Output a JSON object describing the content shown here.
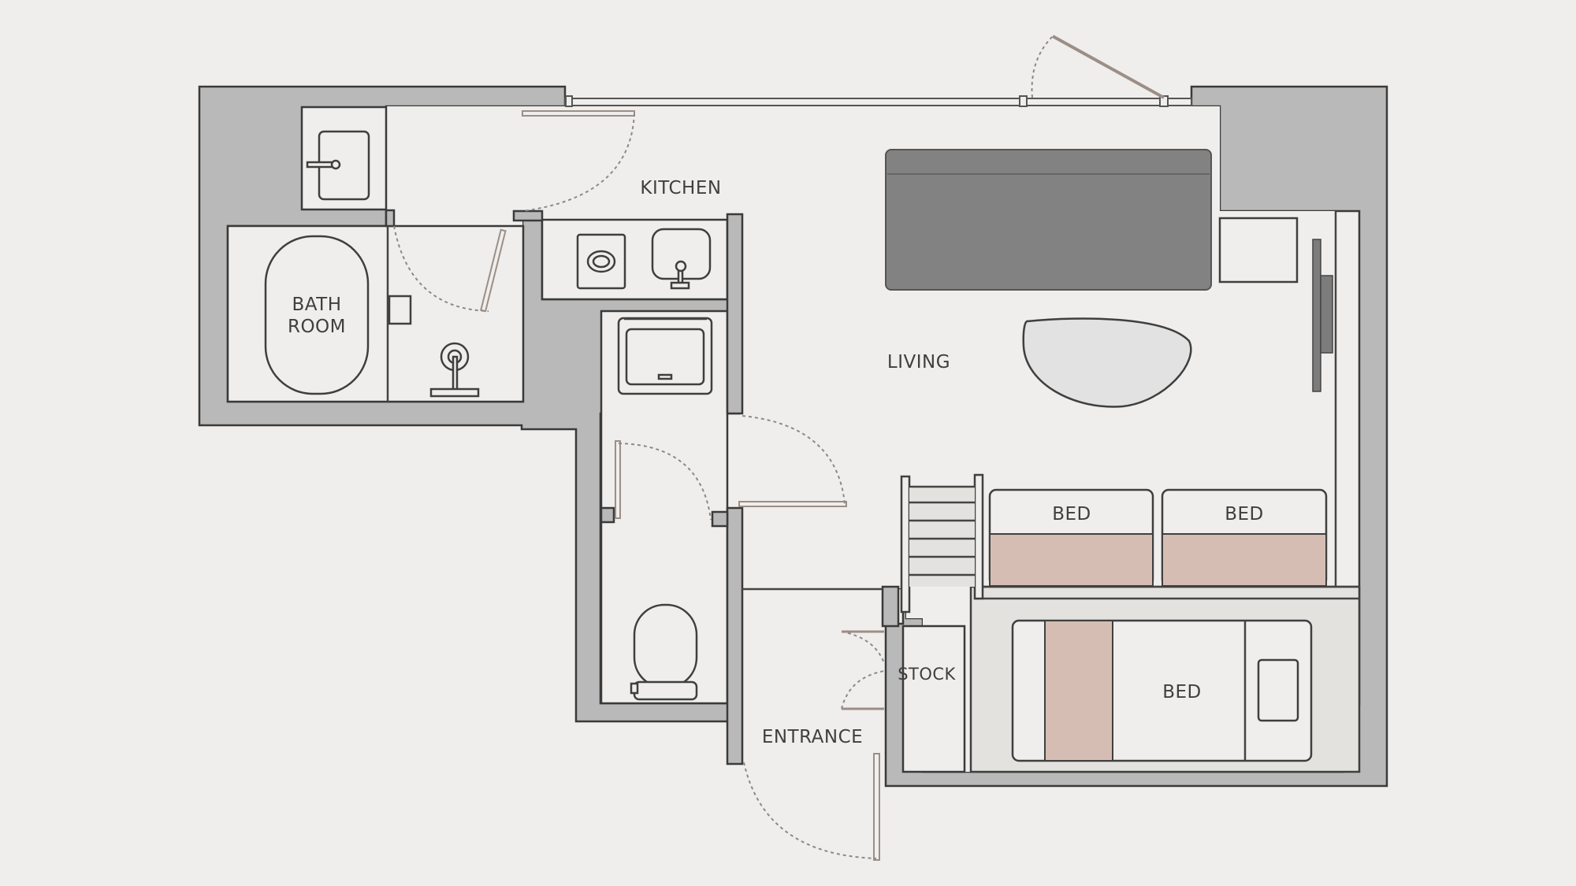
{
  "floor_plan": {
    "rooms": {
      "kitchen": "KITCHEN",
      "bathroom_line1": "BATH",
      "bathroom_line2": "ROOM",
      "living": "LIVING",
      "stock": "STOCK",
      "entrance": "ENTRANCE"
    },
    "beds": [
      "BED",
      "BED",
      "BED"
    ]
  }
}
